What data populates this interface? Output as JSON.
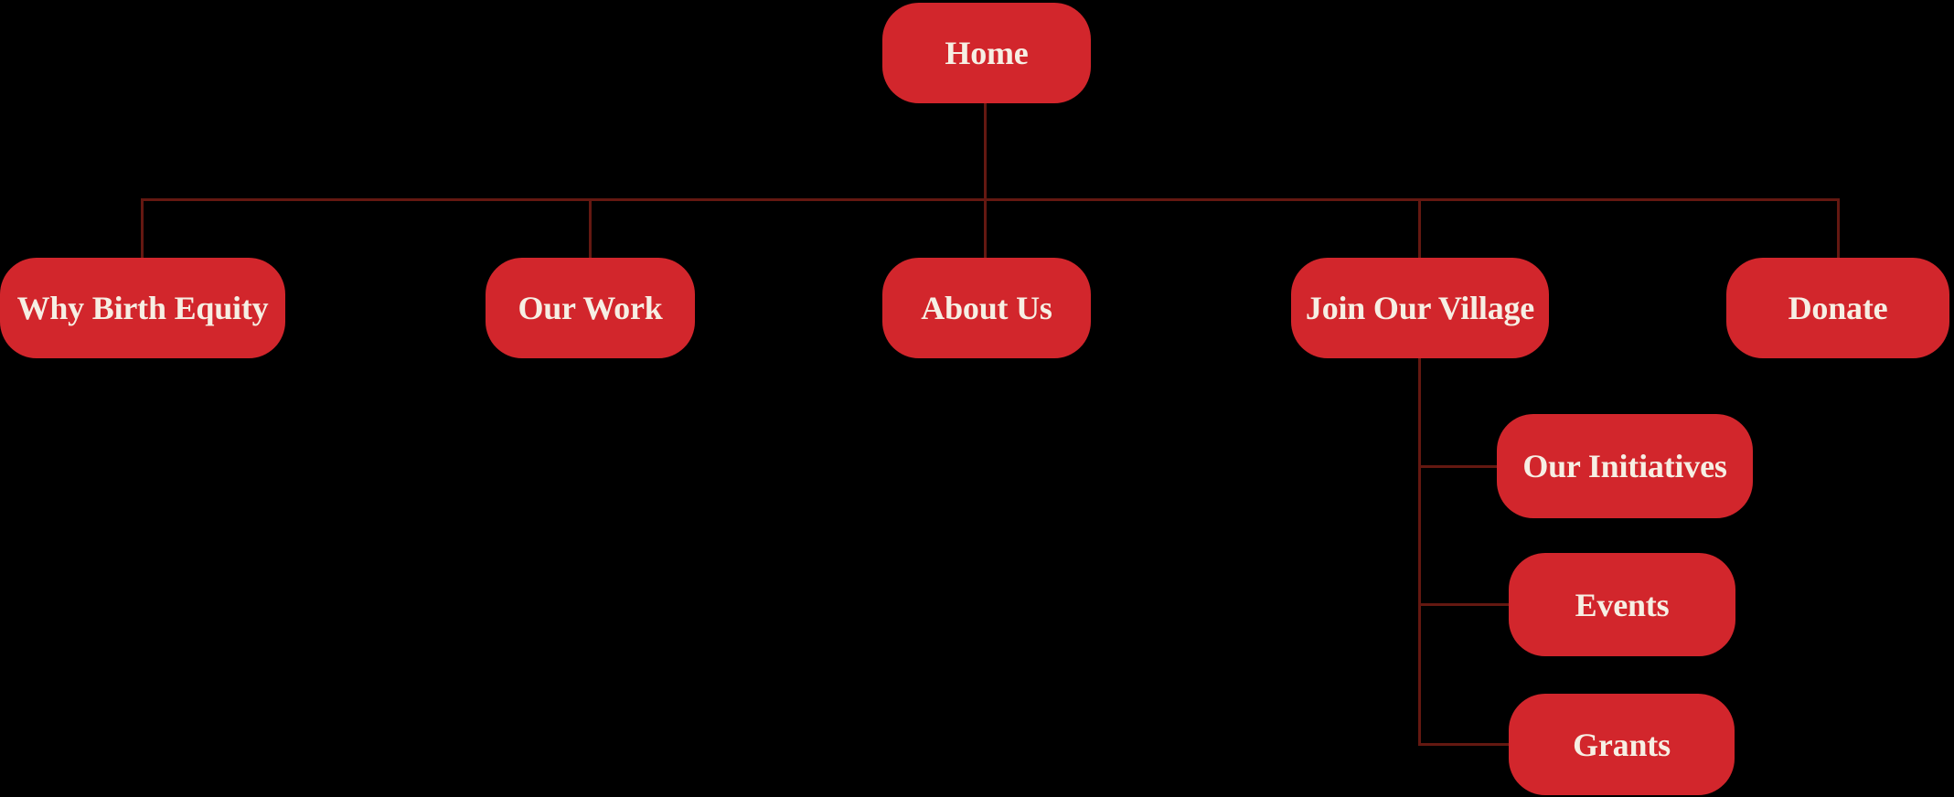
{
  "diagram": {
    "type": "sitemap-tree",
    "root_label": "Home",
    "colors": {
      "background": "#000000",
      "node_fill": "#d2262c",
      "node_text": "#f6efe4",
      "connector": "#641811"
    },
    "nodes": [
      {
        "id": "home",
        "label": "Home",
        "level": 1
      },
      {
        "id": "why-birth-equity",
        "label": "Why Birth Equity",
        "level": 2
      },
      {
        "id": "our-work",
        "label": "Our Work",
        "level": 2
      },
      {
        "id": "about-us",
        "label": "About Us",
        "level": 2
      },
      {
        "id": "join-our-village",
        "label": "Join Our Village",
        "level": 2
      },
      {
        "id": "donate",
        "label": "Donate",
        "level": 2
      },
      {
        "id": "our-initiatives",
        "label": "Our Initiatives",
        "level": 3
      },
      {
        "id": "events",
        "label": "Events",
        "level": 3
      },
      {
        "id": "grants",
        "label": "Grants",
        "level": 3
      }
    ],
    "edges": [
      {
        "from": "home",
        "to": "why-birth-equity"
      },
      {
        "from": "home",
        "to": "our-work"
      },
      {
        "from": "home",
        "to": "about-us"
      },
      {
        "from": "home",
        "to": "join-our-village"
      },
      {
        "from": "home",
        "to": "donate"
      },
      {
        "from": "join-our-village",
        "to": "our-initiatives"
      },
      {
        "from": "join-our-village",
        "to": "events"
      },
      {
        "from": "join-our-village",
        "to": "grants"
      }
    ]
  }
}
